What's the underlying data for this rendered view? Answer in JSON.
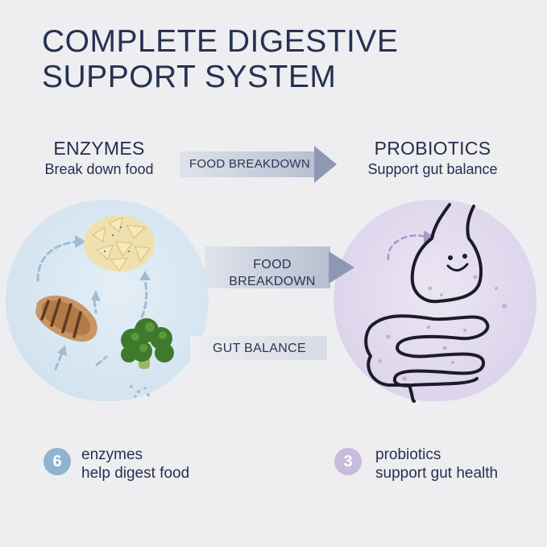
{
  "title": {
    "line1": "COMPLETE DIGESTIVE",
    "line2": "SUPPORT SYSTEM"
  },
  "enzymes": {
    "heading": "ENZYMES",
    "sub": "Break down food"
  },
  "probiotics": {
    "heading": "PROBIOTICS",
    "sub": "Support gut balance"
  },
  "top_arrow": {
    "label": "FOOD BREAKDOWN"
  },
  "mid_arrow": {
    "line1": "FOOD",
    "line2": "BREAKDOWN"
  },
  "gut_band": {
    "label": "GUT BALANCE"
  },
  "badges": {
    "enzymes": {
      "number": "6",
      "line1": "enzymes",
      "line2": "help digest food"
    },
    "probiotics": {
      "number": "3",
      "line1": "probiotics",
      "line2": "support gut health"
    }
  },
  "colors": {
    "navy": "#263152",
    "enzyme_badge": "#8fb4cf",
    "probiotic_badge": "#c7bcdb"
  },
  "icons": [
    "pasta-icon",
    "chicken-icon",
    "broccoli-icon",
    "stomach-icon",
    "intestine-icon"
  ]
}
